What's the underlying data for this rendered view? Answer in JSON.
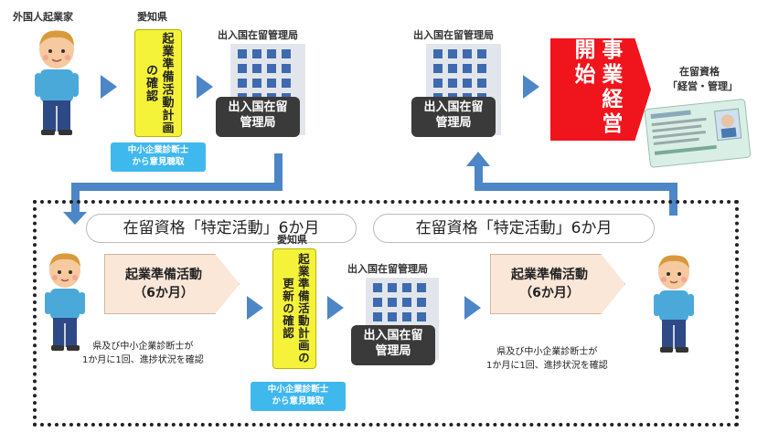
{
  "top": {
    "person_label": "外国人起業家",
    "aichi_label": "愛知県",
    "yellow_text": "起業準備活動計画の確認",
    "consult_text_1": "中小企業診断士",
    "consult_text_2": "から意見聴取",
    "bureau_label_1": "出入国在留管理局",
    "plate_1_line1": "出入国在留",
    "plate_1_line2": "管理局",
    "bureau_label_2": "出入国在留管理局",
    "plate_2_line1": "出入国在留",
    "plate_2_line2": "管理局",
    "business_start": "事業経営開始",
    "residence_status_label_1": "在留資格",
    "residence_status_label_2": "「経営・管理」"
  },
  "bottom": {
    "pill_1": "在留資格「特定活動」6か月",
    "pill_2": "在留資格「特定活動」6か月",
    "activity_1_line1": "起業準備活動",
    "activity_1_line2": "（6か月）",
    "note_1_line1": "県及び中小企業診断士が",
    "note_1_line2": "1か月に1回、進捗状況を確認",
    "aichi_label": "愛知県",
    "yellow_text": "起業準備活動計画の更新の確認",
    "consult_text_1": "中小企業診断士",
    "consult_text_2": "から意見聴取",
    "bureau_label": "出入国在留管理局",
    "plate_line1": "出入国在留",
    "plate_line2": "管理局",
    "activity_2_line1": "起業準備活動",
    "activity_2_line2": "（6か月）",
    "note_2_line1": "県及び中小企業診断士が",
    "note_2_line2": "1か月に1回、進捗状況を確認"
  },
  "colors": {
    "arrow": "#4d86c6",
    "yellow": "#f5f23a",
    "cyan": "#3fb8ee",
    "red": "#f0141c",
    "pentagon": "#fbe7d8"
  }
}
